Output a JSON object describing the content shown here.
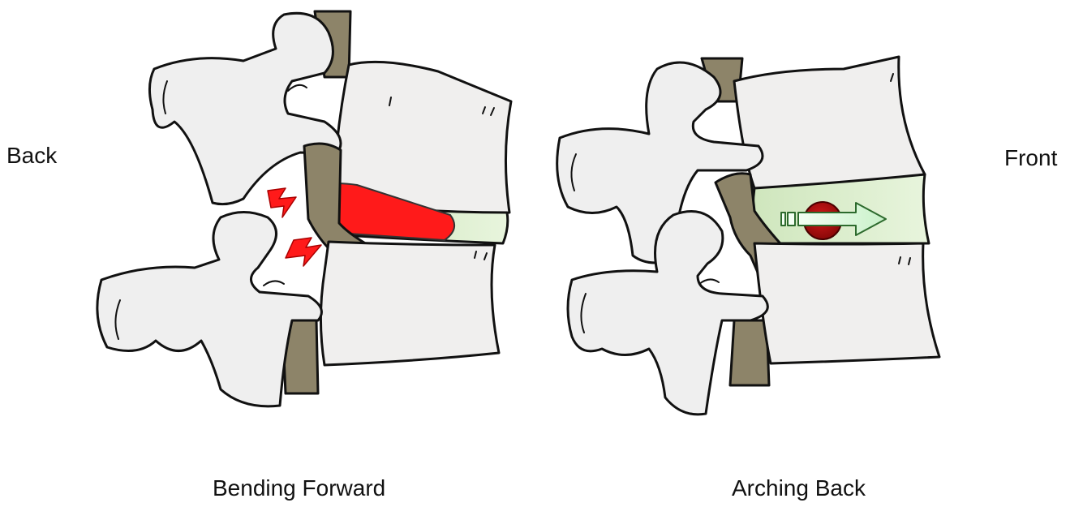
{
  "labels": {
    "back": "Back",
    "front": "Front",
    "bending_forward": "Bending Forward",
    "arching_back": "Arching Back"
  },
  "colors": {
    "bone_fill": "#efefef",
    "bone_outline": "#111111",
    "disc_fill": "#d6ecc6",
    "nerve_fill": "#8d8469",
    "herniation_red": "#ff1a1a",
    "nucleus_red": "#b40f0f",
    "arrow_fill": "#d8f7d8"
  },
  "icons": {
    "pain_bolt": "lightning-bolt",
    "movement_arrow": "right-arrow"
  }
}
